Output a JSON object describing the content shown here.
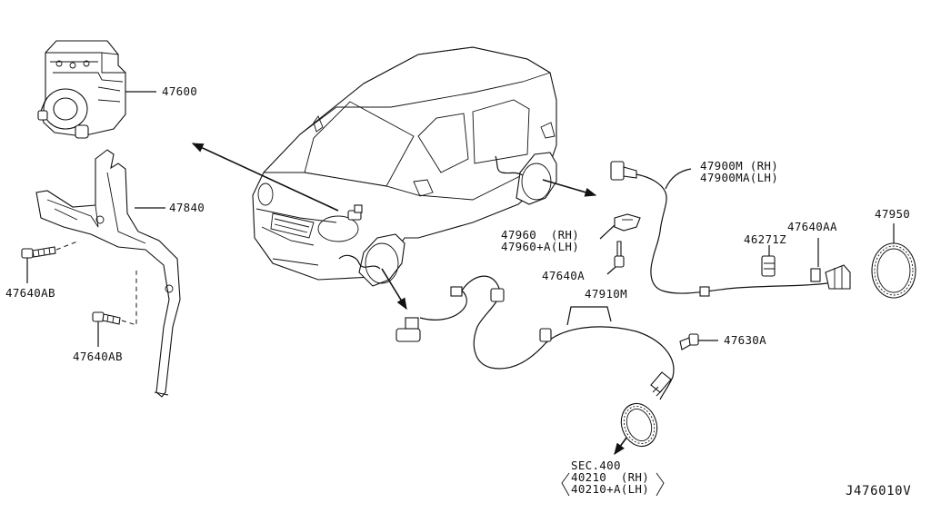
{
  "diagram": {
    "doc_id": "J476010V",
    "part_labels": {
      "p47600": "47600",
      "p47840": "47840",
      "p47640AB_a": "47640AB",
      "p47640AB_b": "47640AB",
      "p47900M": "47900M (RH)",
      "p47900MA": "47900MA(LH)",
      "p47950": "47950",
      "p47960": "47960  (RH)",
      "p47960A": "47960+A(LH)",
      "p46271Z": "46271Z",
      "p47640AA": "47640AA",
      "p47640A": "47640A",
      "p47910M": "47910M",
      "p47630A": "47630A",
      "sec400": "SEC.400",
      "p40210": "40210  (RH)",
      "p40210A": "40210+A(LH)"
    }
  }
}
